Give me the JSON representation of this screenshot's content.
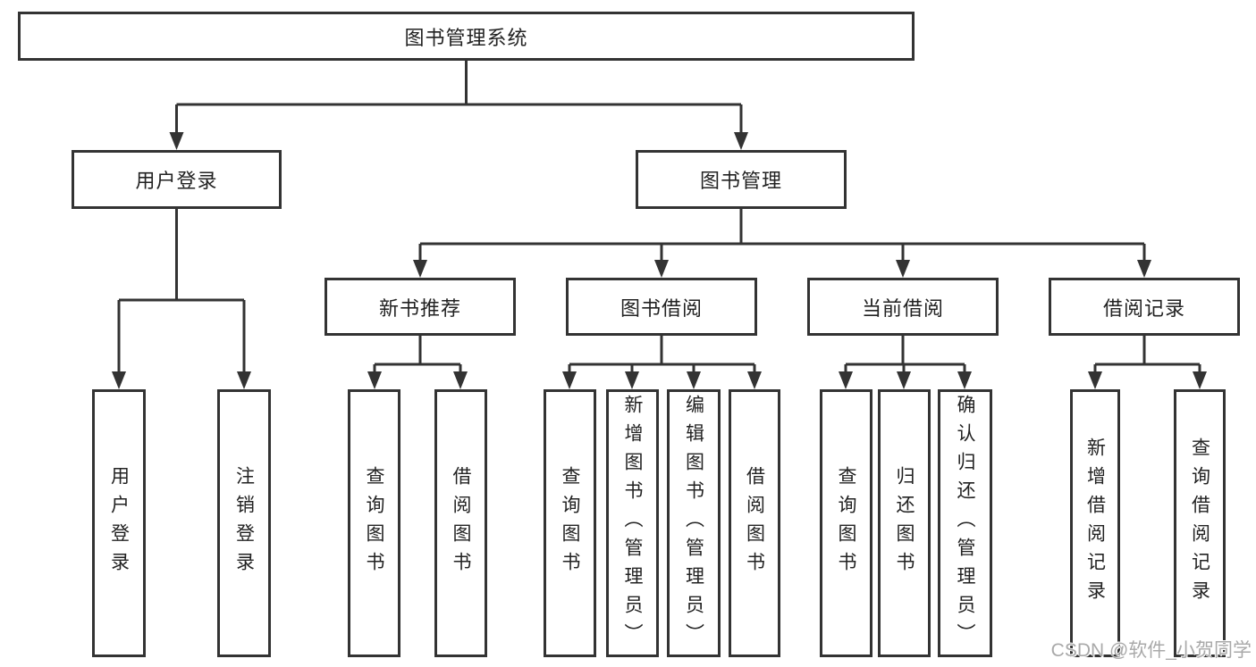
{
  "diagram": {
    "root": {
      "label": "图书管理系统"
    },
    "branches": [
      {
        "label": "用户登录",
        "children": [
          {
            "label": "用户登录"
          },
          {
            "label": "注销登录"
          }
        ]
      },
      {
        "label": "图书管理",
        "children": [
          {
            "label": "新书推荐",
            "children": [
              {
                "label": "查询图书"
              },
              {
                "label": "借阅图书"
              }
            ]
          },
          {
            "label": "图书借阅",
            "children": [
              {
                "label": "查询图书"
              },
              {
                "label": "新增图书（管理员）"
              },
              {
                "label": "编辑图书（管理员）"
              },
              {
                "label": "借阅图书"
              }
            ]
          },
          {
            "label": "当前借阅",
            "children": [
              {
                "label": "查询图书"
              },
              {
                "label": "归还图书"
              },
              {
                "label": "确认归还（管理员）"
              }
            ]
          },
          {
            "label": "借阅记录",
            "children": [
              {
                "label": "新增借阅记录"
              },
              {
                "label": "查询借阅记录"
              }
            ]
          }
        ]
      }
    ]
  },
  "watermark": {
    "text": "CSDN @软件_小贺同学"
  },
  "colors": {
    "line": "#333333",
    "text": "#222222",
    "background": "#ffffff",
    "watermark": "#a9a9a9"
  }
}
